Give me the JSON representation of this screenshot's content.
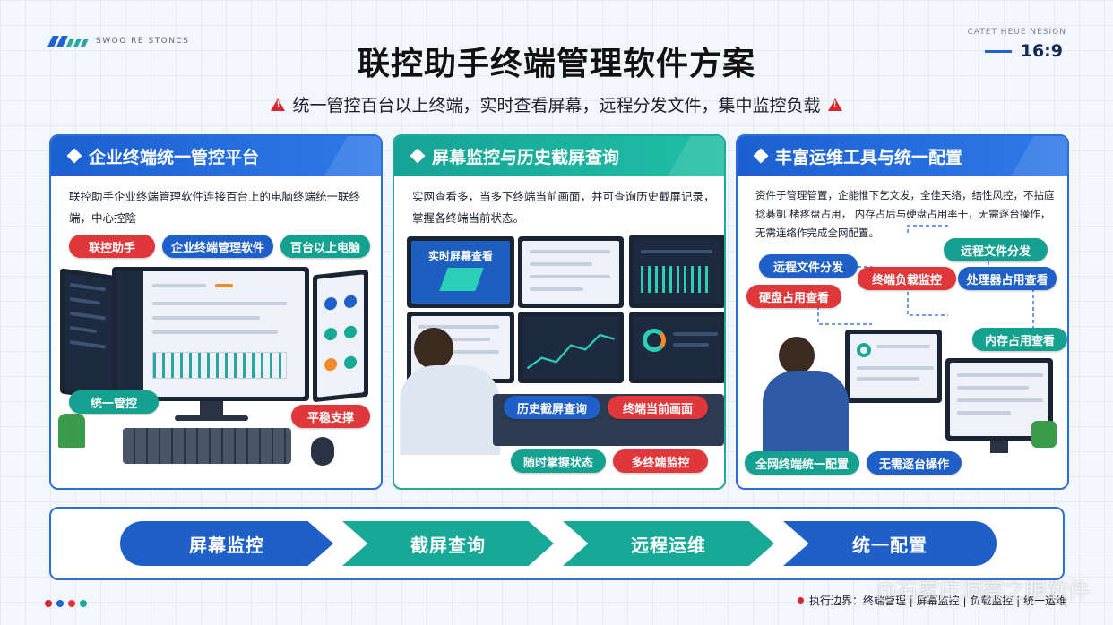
{
  "header": {
    "logo_text": "SWOO RE STONCS",
    "title": "联控助手终端管理软件方案",
    "subtitle": "统一管控百台以上终端，实时查看屏幕，远程分发文件，集中监控负载",
    "ratio_caption": "CATET HEUE NESION",
    "ratio": "16:9"
  },
  "panels": [
    {
      "title": "企业终端统一管控平台",
      "desc": "联控助手企业终端管理软件连接百台上的电脑终端统一联终端，中心控陰",
      "tags": [
        "联控助手",
        "企业终端管理软件",
        "百台以上电脑",
        "统一管控",
        "平稳支撑"
      ]
    },
    {
      "title": "屏幕监控与历史截屏查询",
      "desc": "实网查看多，当多下终端当前画面，并可查询历史截屏记录，掌握各终端当前状态。",
      "screen_label": "实时屏幕查看",
      "tags": [
        "历史截屏查询",
        "终端当前画面",
        "随时掌握状态",
        "多终端监控"
      ]
    },
    {
      "title": "丰富运维工具与统一配置",
      "desc": "资件于管理管置，企能惟下乞文发，全佳天络，结性风控，不拈庭捻碁凱 楮疼盘占用， 内存占后与硬盘占用率干，无需逐台操作，无需连络作完成全网配置。",
      "tags": [
        "远程文件分发",
        "远程文件分发",
        "终端负载监控",
        "处理器占用查看",
        "硬盘占用查看",
        "内存占用查看",
        "全网终端统一配置",
        "无需逐台操作"
      ]
    }
  ],
  "flow": {
    "steps": [
      "屏幕监控",
      "截屏查询",
      "远程运维",
      "统一配置"
    ]
  },
  "footer": {
    "text": "执行边界：终端管理 | 屏幕监控 | 负载监控 | 统一运维",
    "watermark": "@石家庄洞察之眼软件"
  },
  "colors": {
    "primary_blue": "#1f5fc8",
    "teal": "#17a996",
    "red": "#e0373a",
    "dots": [
      "#d9262e",
      "#1e63d6",
      "#e0373a",
      "#17a996"
    ]
  }
}
